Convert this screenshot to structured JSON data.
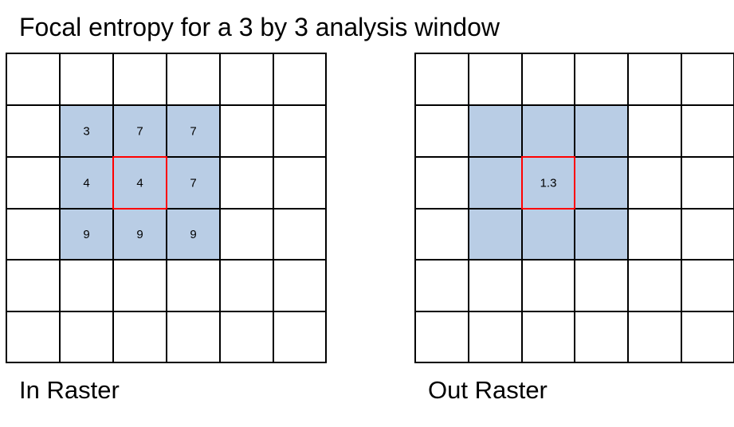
{
  "title": "Focal entropy for a 3 by 3 analysis window",
  "colors": {
    "window_fill": "#b9cde5",
    "center_outline": "#ff0000",
    "grid_line": "#000000"
  },
  "in_raster": {
    "caption": "In Raster",
    "rows": 6,
    "cols": 6,
    "window": {
      "row_start": 1,
      "col_start": 1,
      "size": 3
    },
    "center": {
      "row": 2,
      "col": 2
    },
    "cells": [
      {
        "row": 1,
        "col": 1,
        "value": "3"
      },
      {
        "row": 1,
        "col": 2,
        "value": "7"
      },
      {
        "row": 1,
        "col": 3,
        "value": "7"
      },
      {
        "row": 2,
        "col": 1,
        "value": "4"
      },
      {
        "row": 2,
        "col": 2,
        "value": "4"
      },
      {
        "row": 2,
        "col": 3,
        "value": "7"
      },
      {
        "row": 3,
        "col": 1,
        "value": "9"
      },
      {
        "row": 3,
        "col": 2,
        "value": "9"
      },
      {
        "row": 3,
        "col": 3,
        "value": "9"
      }
    ]
  },
  "out_raster": {
    "caption": "Out Raster",
    "rows": 6,
    "cols": 6,
    "window": {
      "row_start": 1,
      "col_start": 1,
      "size": 3
    },
    "center": {
      "row": 2,
      "col": 2
    },
    "cells": [
      {
        "row": 2,
        "col": 2,
        "value": "1.3"
      }
    ]
  }
}
